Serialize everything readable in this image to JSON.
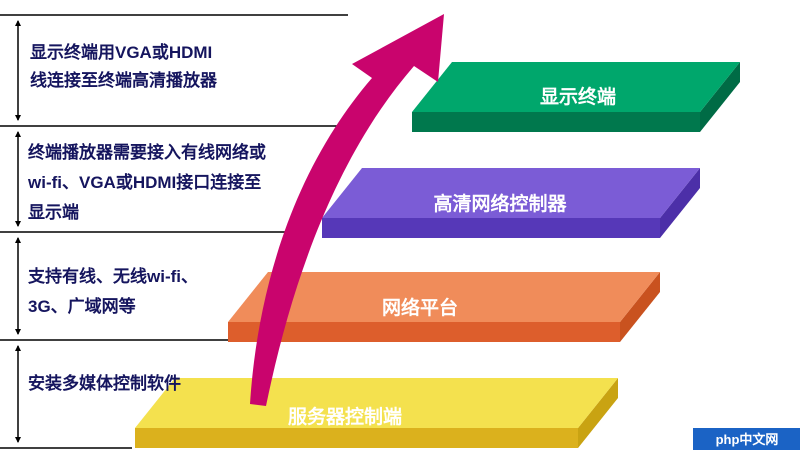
{
  "title": "多媒体信息发布系统层级示意图",
  "colors": {
    "arrow": "#c9046d",
    "annotation_text": "#15155e",
    "guide_line": "#000000",
    "watermark_bg": "#1b63c5"
  },
  "annotations": [
    {
      "lines": [
        "显示终端用VGA或HDMI",
        "线连接至终端高清播放器"
      ]
    },
    {
      "lines": [
        "终端播放器需要接入有线网络或",
        "wi-fi、VGA或HDMI接口连接至",
        "显示端"
      ]
    },
    {
      "lines": [
        "支持有线、无线wi-fi、",
        "3G、广域网等"
      ]
    },
    {
      "lines": [
        "安装多媒体控制软件"
      ]
    }
  ],
  "layers": [
    {
      "label": "显示终端",
      "top": "#00a76c",
      "front": "#00784d",
      "side": "#006b45"
    },
    {
      "label": "高清网络控制器",
      "top": "#7b5cd6",
      "front": "#5638b8",
      "side": "#4c2fa8"
    },
    {
      "label": "网络平台",
      "top": "#f08c5a",
      "front": "#dd5e2c",
      "side": "#c9521f"
    },
    {
      "label": "服务器控制端",
      "top": "#f4e14e",
      "front": "#dbb11d",
      "side": "#c9a312"
    }
  ],
  "watermark": "php中文网"
}
